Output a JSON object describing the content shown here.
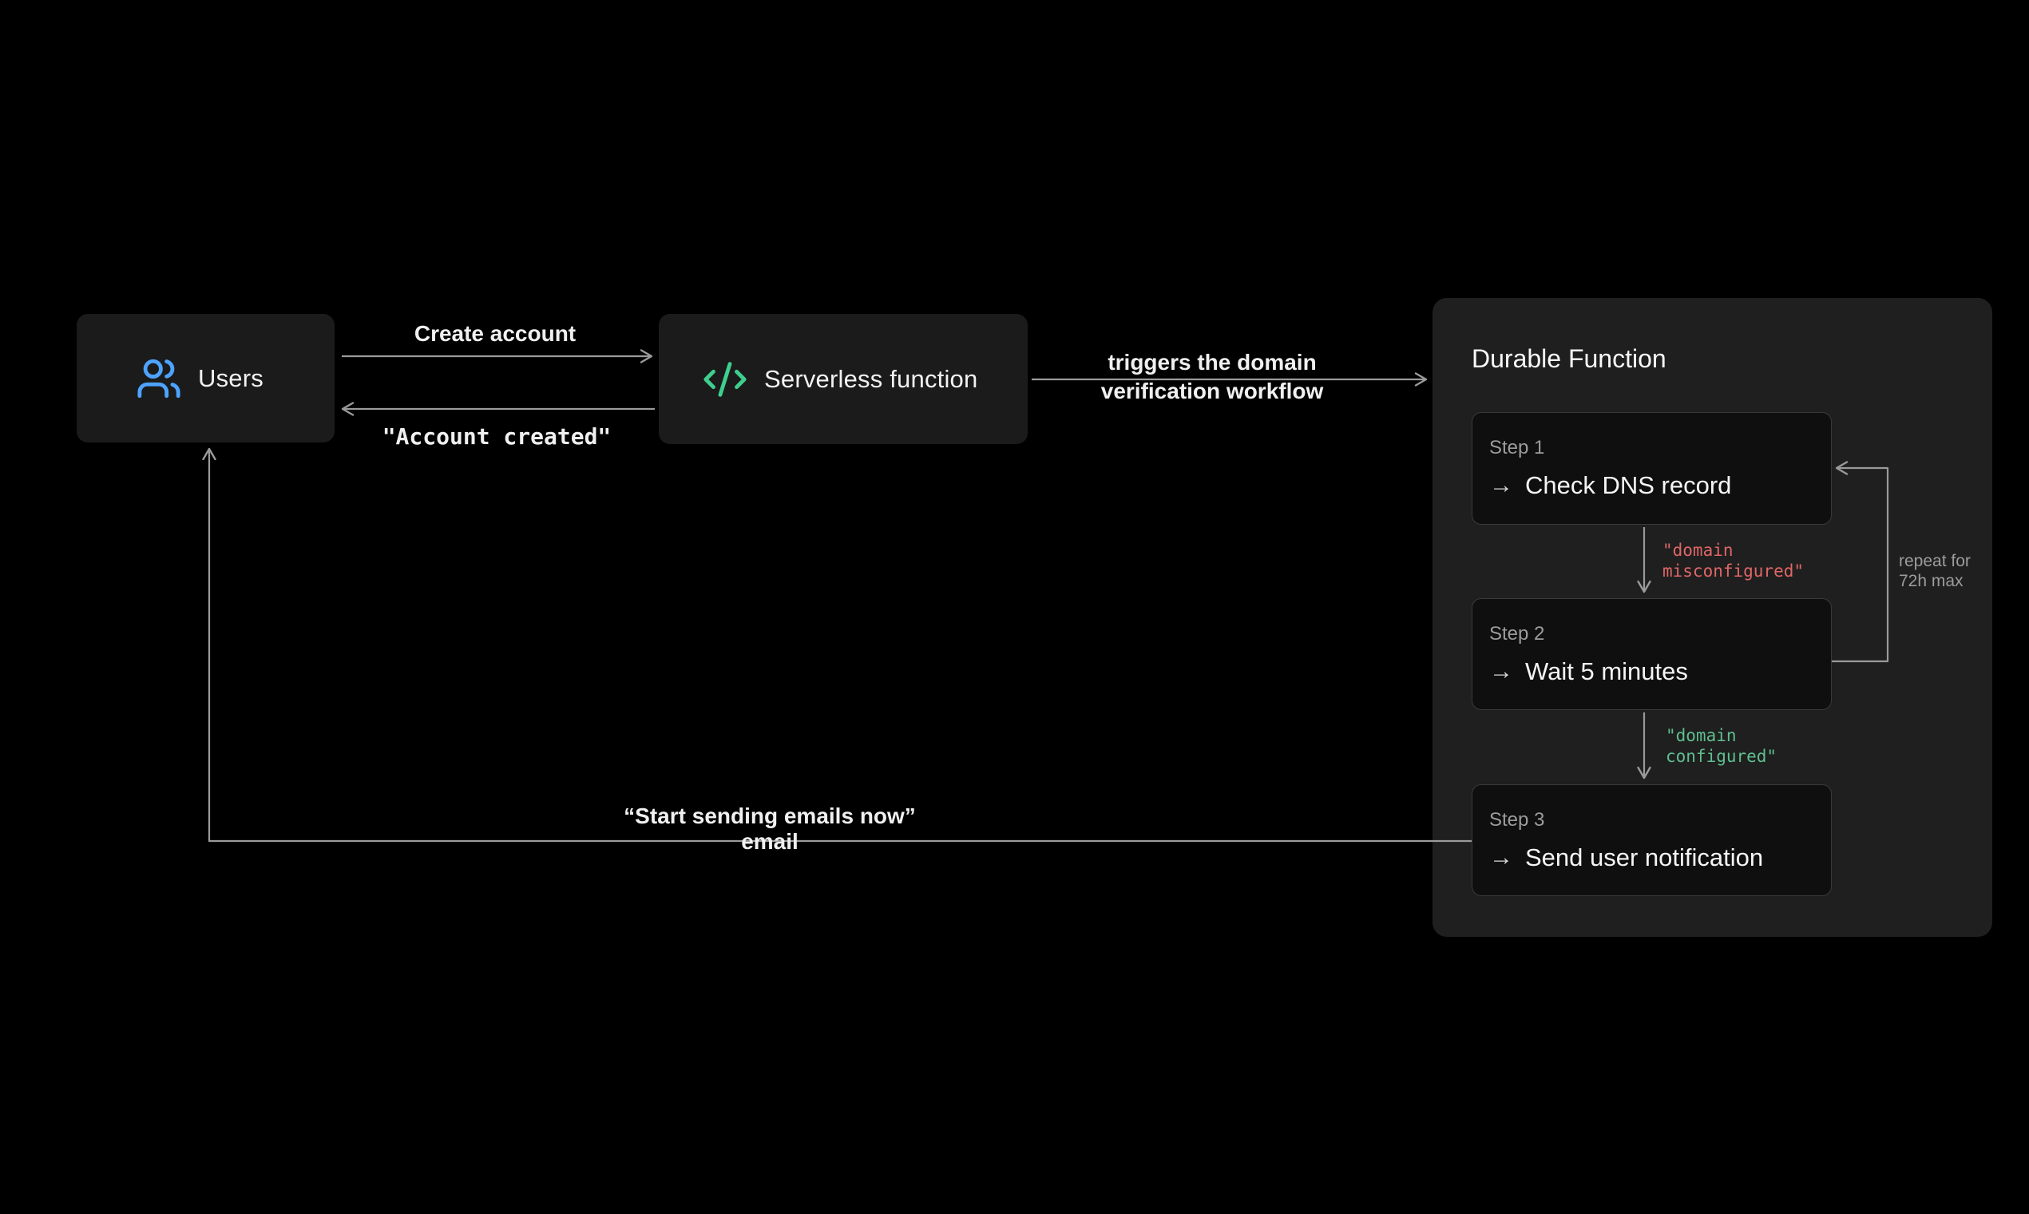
{
  "colors": {
    "background": "#000000",
    "node_bg": "#1b1b1b",
    "panel_bg": "#1f1f1f",
    "step_bg": "#0f0f0f",
    "step_border": "#3a3a3a",
    "accent_blue": "#4da3ff",
    "accent_green": "#3ecf8e",
    "error_red": "#e06666",
    "success_green": "#5fbf8f",
    "arrow_gray": "#9a9a9a"
  },
  "nodes": {
    "users": {
      "label": "Users"
    },
    "serverless": {
      "label": "Serverless function"
    }
  },
  "edges": {
    "create_account": {
      "label": "Create account"
    },
    "account_created": {
      "label": "\"Account created\""
    },
    "triggers": {
      "line1": "triggers the domain",
      "line2": "verification workflow"
    },
    "domain_misconfigured": {
      "line1": "\"domain",
      "line2": "misconfigured\""
    },
    "domain_configured": {
      "line1": "\"domain",
      "line2": "configured\""
    },
    "repeat": {
      "line1": "repeat for",
      "line2": "72h max"
    },
    "start_sending": {
      "label": "“Start sending emails now” email"
    }
  },
  "durable_function": {
    "title": "Durable Function",
    "steps": [
      {
        "label": "Step 1",
        "arrow": "→",
        "action": "Check DNS record"
      },
      {
        "label": "Step 2",
        "arrow": "→",
        "action": "Wait 5 minutes"
      },
      {
        "label": "Step 3",
        "arrow": "→",
        "action": "Send user notification"
      }
    ]
  }
}
